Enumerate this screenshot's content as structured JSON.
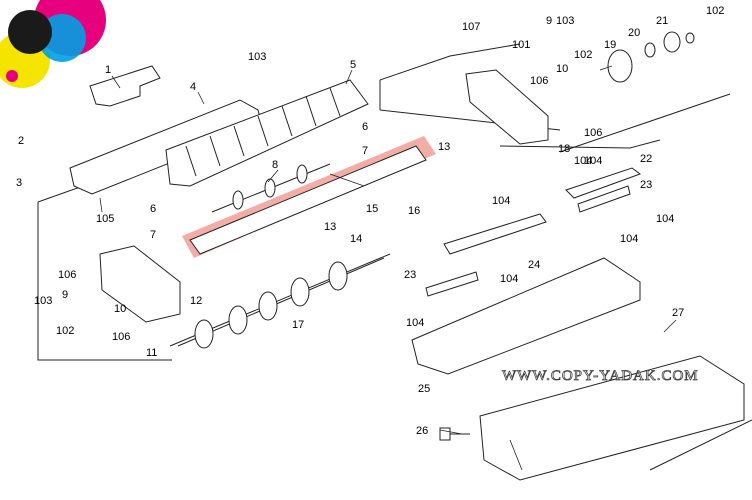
{
  "watermark": "WWW.COPY-YADAK.COM",
  "colors": {
    "highlight": "#e8766b",
    "logo_yellow": "#f5e400",
    "logo_magenta": "#e6007e",
    "logo_cyan": "#009fe3",
    "logo_black": "#1a1a1a"
  },
  "callouts": [
    {
      "id": "c1",
      "text": "1"
    },
    {
      "id": "c2",
      "text": "2"
    },
    {
      "id": "c3",
      "text": "3"
    },
    {
      "id": "c4",
      "text": "4"
    },
    {
      "id": "c5",
      "text": "5"
    },
    {
      "id": "c6a",
      "text": "6"
    },
    {
      "id": "c6b",
      "text": "6"
    },
    {
      "id": "c7a",
      "text": "7"
    },
    {
      "id": "c7b",
      "text": "7"
    },
    {
      "id": "c8",
      "text": "8"
    },
    {
      "id": "c9a",
      "text": "9"
    },
    {
      "id": "c9b",
      "text": "9"
    },
    {
      "id": "c10a",
      "text": "10"
    },
    {
      "id": "c10b",
      "text": "10"
    },
    {
      "id": "c11",
      "text": "11"
    },
    {
      "id": "c12",
      "text": "12"
    },
    {
      "id": "c13a",
      "text": "13"
    },
    {
      "id": "c13b",
      "text": "13"
    },
    {
      "id": "c14",
      "text": "14"
    },
    {
      "id": "c15",
      "text": "15"
    },
    {
      "id": "c16",
      "text": "16"
    },
    {
      "id": "c17",
      "text": "17"
    },
    {
      "id": "c18",
      "text": "18"
    },
    {
      "id": "c19",
      "text": "19"
    },
    {
      "id": "c20",
      "text": "20"
    },
    {
      "id": "c21",
      "text": "21"
    },
    {
      "id": "c22",
      "text": "22"
    },
    {
      "id": "c23a",
      "text": "23"
    },
    {
      "id": "c23b",
      "text": "23"
    },
    {
      "id": "c24",
      "text": "24"
    },
    {
      "id": "c25",
      "text": "25"
    },
    {
      "id": "c26",
      "text": "26"
    },
    {
      "id": "c27",
      "text": "27"
    },
    {
      "id": "c101",
      "text": "101"
    },
    {
      "id": "c102a",
      "text": "102"
    },
    {
      "id": "c102b",
      "text": "102"
    },
    {
      "id": "c102c",
      "text": "102"
    },
    {
      "id": "c103a",
      "text": "103"
    },
    {
      "id": "c103b",
      "text": "103"
    },
    {
      "id": "c103c",
      "text": "103"
    },
    {
      "id": "c104a",
      "text": "104"
    },
    {
      "id": "c104b",
      "text": "104"
    },
    {
      "id": "c104c",
      "text": "104"
    },
    {
      "id": "c104d",
      "text": "104"
    },
    {
      "id": "c104e",
      "text": "104"
    },
    {
      "id": "c104f",
      "text": "104"
    },
    {
      "id": "c104g",
      "text": "104"
    },
    {
      "id": "c105",
      "text": "105"
    },
    {
      "id": "c106a",
      "text": "106"
    },
    {
      "id": "c106b",
      "text": "106"
    },
    {
      "id": "c106c",
      "text": "106"
    },
    {
      "id": "c106d",
      "text": "106"
    },
    {
      "id": "c107",
      "text": "107"
    }
  ]
}
